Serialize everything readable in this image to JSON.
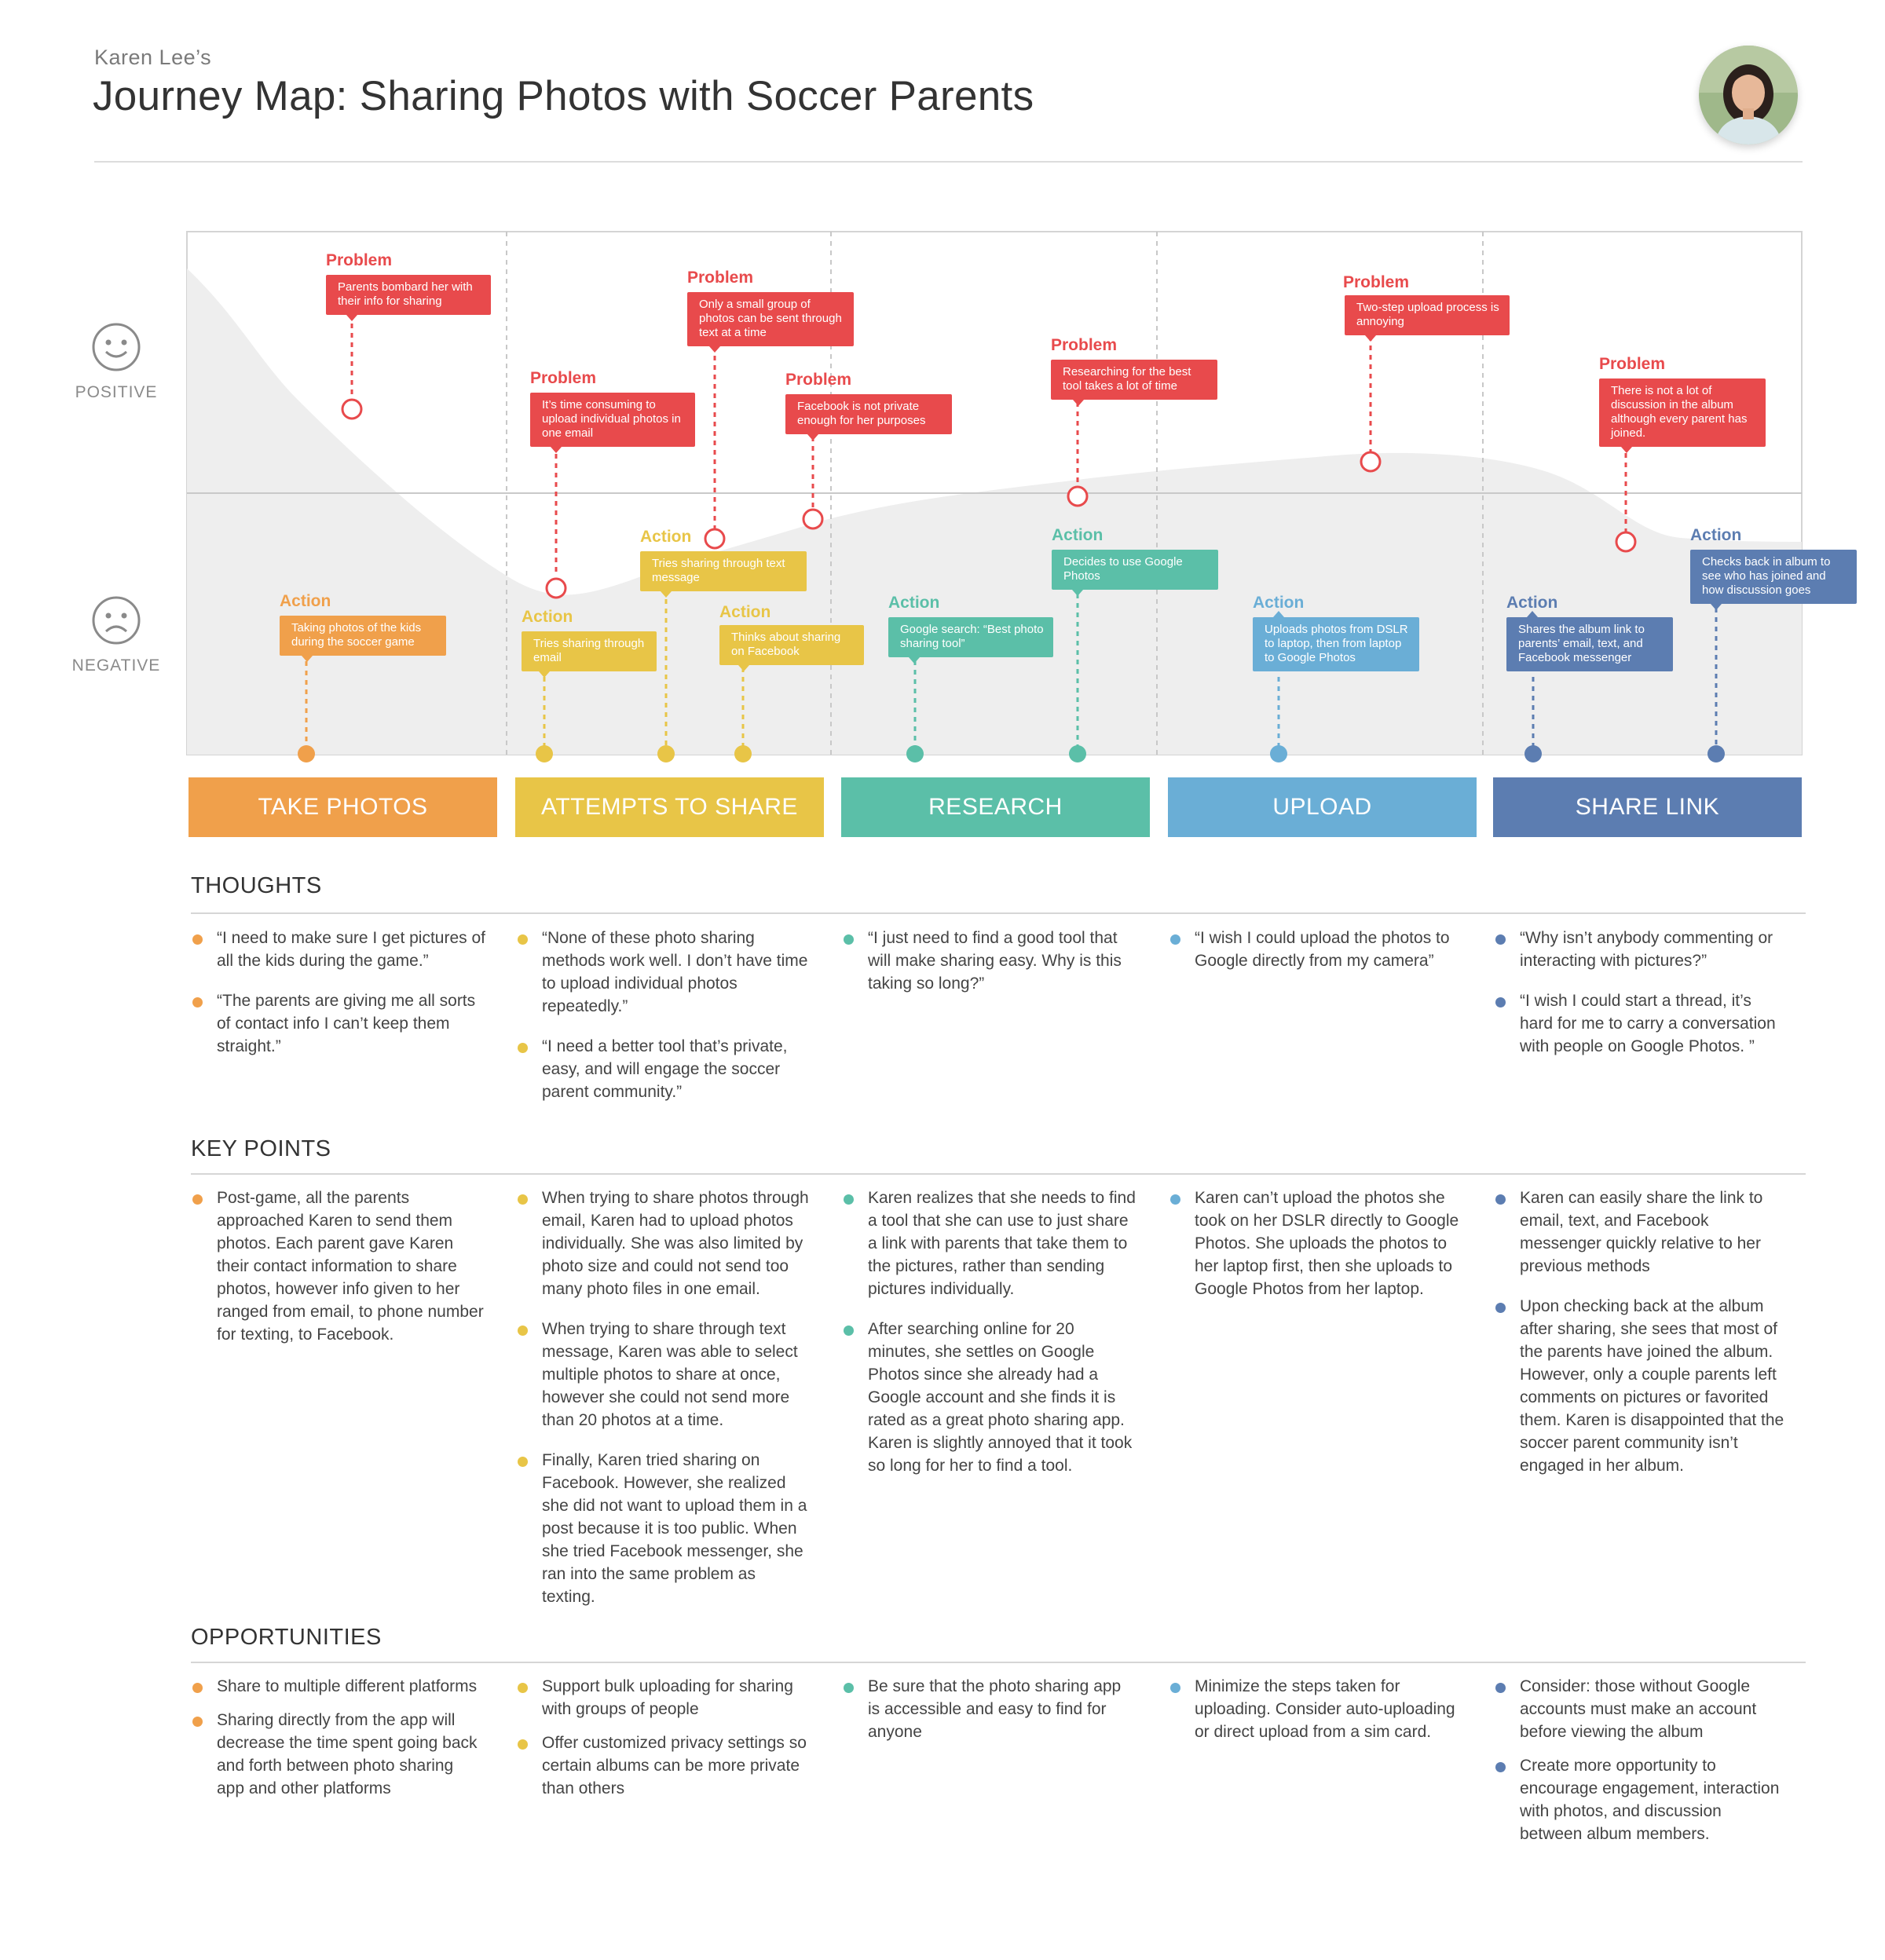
{
  "header": {
    "subtitle": "Karen Lee’s",
    "title": "Journey Map: Sharing Photos with Soccer Parents",
    "avatar_icon": "person-avatar"
  },
  "colors": {
    "orange": "#F0A04B",
    "yellow": "#E8C547",
    "teal": "#5BBFA8",
    "light_blue": "#6AAED6",
    "blue": "#5C7DB1",
    "problem": "#E84A4C"
  },
  "sentiment": {
    "positive": "POSITIVE",
    "negative": "NEGATIVE"
  },
  "stages": [
    {
      "label": "TAKE PHOTOS",
      "color": "#F0A04B"
    },
    {
      "label": "ATTEMPTS TO SHARE",
      "color": "#E8C547"
    },
    {
      "label": "RESEARCH",
      "color": "#5BBFA8"
    },
    {
      "label": "UPLOAD",
      "color": "#6AAED6"
    },
    {
      "label": "SHARE LINK",
      "color": "#5C7DB1"
    }
  ],
  "problems": [
    {
      "tag": "Problem",
      "text": "Parents bombard her with their info for sharing"
    },
    {
      "tag": "Problem",
      "text": "It’s time consuming to upload individual photos in one email"
    },
    {
      "tag": "Problem",
      "text": "Only a small group of photos can be sent through text at a time"
    },
    {
      "tag": "Problem",
      "text": "Facebook is not private enough for her purposes"
    },
    {
      "tag": "Problem",
      "text": "Researching for the best tool takes a lot of time"
    },
    {
      "tag": "Problem",
      "text": "Two-step upload process is annoying"
    },
    {
      "tag": "Problem",
      "text": "There is not a lot of discussion in the album although every parent has joined."
    }
  ],
  "actions": [
    {
      "tag": "Action",
      "text": "Taking photos of the kids during the soccer game"
    },
    {
      "tag": "Action",
      "text": "Tries sharing through email"
    },
    {
      "tag": "Action",
      "text": "Tries sharing through text message"
    },
    {
      "tag": "Action",
      "text": "Thinks about sharing on Facebook"
    },
    {
      "tag": "Action",
      "text": "Google search: “Best photo sharing tool”"
    },
    {
      "tag": "Action",
      "text": "Decides to use Google Photos"
    },
    {
      "tag": "Action",
      "text": "Uploads photos from DSLR to laptop, then from laptop to Google Photos"
    },
    {
      "tag": "Action",
      "text": "Shares the album link to parents’ email, text, and Facebook messenger"
    },
    {
      "tag": "Action",
      "text": "Checks back in album to see who has joined and how discussion goes"
    }
  ],
  "thoughts": {
    "title": "THOUGHTS",
    "columns": [
      [
        "“I need to make sure I get pictures of all the kids during the game.”",
        "“The parents are giving me all sorts of contact info I can’t keep them straight.”"
      ],
      [
        "“None of these photo sharing methods work well. I don’t have time to upload individual photos repeatedly.”",
        "“I need a better tool that’s private, easy, and will engage the soccer parent community.”"
      ],
      [
        "“I just need to find a good tool that will make sharing easy. Why is this taking so long?”"
      ],
      [
        "“I wish I could upload the photos to Google directly from my camera”"
      ],
      [
        "“Why isn’t anybody commenting or interacting with pictures?”",
        "“I wish I could start a thread, it’s hard for me to carry a conversation with people on Google Photos. ”"
      ]
    ]
  },
  "key_points": {
    "title": "KEY POINTS",
    "columns": [
      [
        "Post-game, all the parents approached Karen to send them photos. Each parent gave Karen their contact information to share photos, however info given to her ranged from email, to phone number for texting, to Facebook."
      ],
      [
        "When trying to share photos through email, Karen had to upload photos individually. She was also limited by photo size and could not send too many photo files in one email.",
        "When trying to share through text message, Karen was able to select multiple photos to share at once, however she could not send more than 20 photos at a time.",
        "Finally, Karen tried sharing on Facebook. However, she realized she did not want to upload them in a post because it is too public. When she tried Facebook messenger, she ran into the same problem as texting."
      ],
      [
        "Karen realizes that she needs to find a tool that she can use to just share a link with parents that take them to the pictures, rather than sending pictures individually.",
        "After searching online for 20 minutes, she settles on Google Photos since she already had a Google account and she finds it is rated as a great photo sharing app. Karen is slightly annoyed that it took so long for her to find a tool."
      ],
      [
        "Karen can’t upload the photos she took on her DSLR directly to Google Photos. She uploads the photos to her laptop first, then she uploads to Google Photos from her laptop."
      ],
      [
        "Karen can easily share the link to email, text, and Facebook messenger quickly relative to her previous methods",
        "Upon checking back at the album after sharing, she sees that most of the parents have joined the album. However, only a couple parents left comments on pictures or favorited them. Karen is disappointed that the soccer parent community isn’t engaged in her album."
      ]
    ]
  },
  "opportunities": {
    "title": "OPPORTUNITIES",
    "columns": [
      [
        "Share to multiple different platforms",
        "Sharing directly from the app will decrease the time spent going back and forth between photo sharing app and other platforms"
      ],
      [
        "Support bulk uploading for sharing with groups of people",
        "Offer customized privacy settings so certain albums can be more private than others"
      ],
      [
        "Be sure that the photo sharing app is accessible and easy to find for anyone"
      ],
      [
        "Minimize the steps taken for uploading. Consider auto-uploading or direct upload from a sim card."
      ],
      [
        "Consider: those without Google accounts must make an account before viewing the album",
        "Create more opportunity to encourage engagement, interaction with photos, and discussion between album members."
      ]
    ]
  }
}
